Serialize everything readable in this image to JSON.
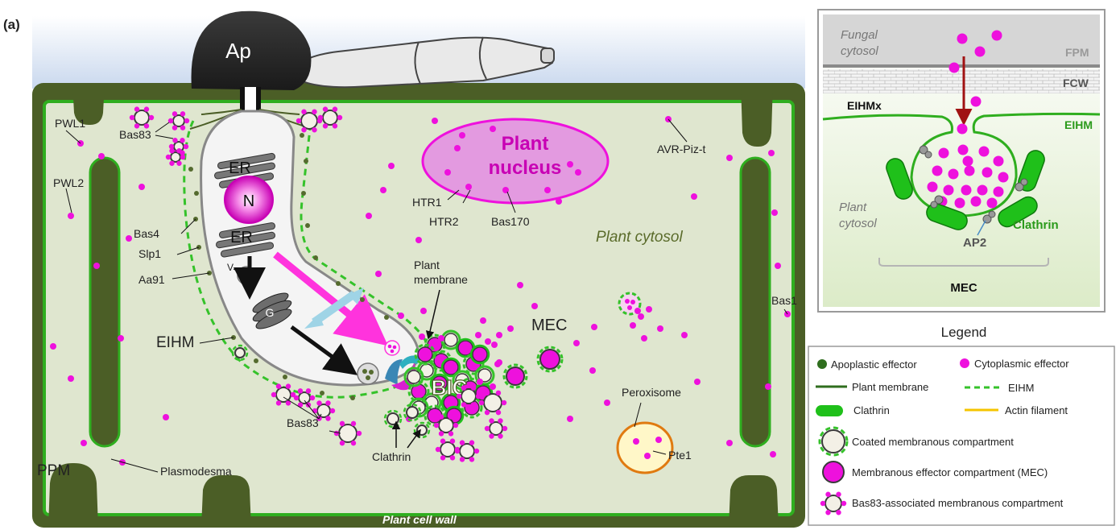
{
  "panel_label": "(a)",
  "main": {
    "appressorium": "Ap",
    "er_top": "ER",
    "nucleus_fungal": "N",
    "er_bottom": "ER",
    "vesicle": "V",
    "golgi": "G",
    "plant_nucleus_line1": "Plant",
    "plant_nucleus_line2": "nucleus",
    "plant_cytosol": "Plant cytosol",
    "plant_cell_wall": "Plant cell wall",
    "bic": "BIC",
    "mec": "MEC",
    "peroxisome": "Peroxisome",
    "plant_membrane_line1": "Plant",
    "plant_membrane_line2": "membrane",
    "labels": {
      "pwl1": "PWL1",
      "pwl2": "PWL2",
      "bas83_top": "Bas83",
      "bas4": "Bas4",
      "slp1": "Slp1",
      "aa91": "Aa91",
      "eihm": "EIHM",
      "bas83_bottom": "Bas83",
      "ppm": "PPM",
      "plasmodesma": "Plasmodesma",
      "clathrin": "Clathrin",
      "htr1": "HTR1",
      "htr2": "HTR2",
      "bas170": "Bas170",
      "avr_piz_t": "AVR-Piz-t",
      "bas1": "Bas1",
      "pte1": "Pte1"
    }
  },
  "inset": {
    "fungal_cytosol_line1": "Fungal",
    "fungal_cytosol_line2": "cytosol",
    "fpm": "FPM",
    "fcw": "FCW",
    "eihmx": "EIHMx",
    "eihm": "EIHM",
    "plant_cytosol_line1": "Plant",
    "plant_cytosol_line2": "cytosol",
    "clathrin": "Clathrin",
    "ap2": "AP2",
    "mec": "MEC"
  },
  "legend": {
    "title": "Legend",
    "items": {
      "apoplastic": "Apoplastic effector",
      "cytoplasmic": "Cytoplasmic effector",
      "plant_membrane": "Plant membrane",
      "eihm": "EIHM",
      "clathrin": "Clathrin",
      "actin": "Actin filament",
      "coated": "Coated membranous compartment",
      "mec": "Membranous effector compartment (MEC)",
      "bas83": "Bas83-associated membranous compartment"
    }
  },
  "colors": {
    "cell_wall": "#4b5e26",
    "cytosol": "#dfe6cf",
    "membrane_green": "#2fae1f",
    "eihm_green": "#35c22a",
    "magenta": "#ee11dd",
    "nucleus_fill": "#e39ae0",
    "clathrin": "#1fc01a",
    "actin": "#f5c400",
    "peroxisome_border": "#e07a10",
    "peroxisome_fill": "#fff7c8",
    "secretion_arrow": "#ff33dd",
    "recycle_arrow": "#9fd4e6",
    "inset_arrow": "#a01212",
    "icons": [
      "appressorium-icon",
      "hypha-icon",
      "nucleus-icon",
      "golgi-icon",
      "vesicle-icon",
      "bic-icon",
      "peroxisome-icon",
      "clathrin-icon",
      "ap2-icon"
    ]
  }
}
